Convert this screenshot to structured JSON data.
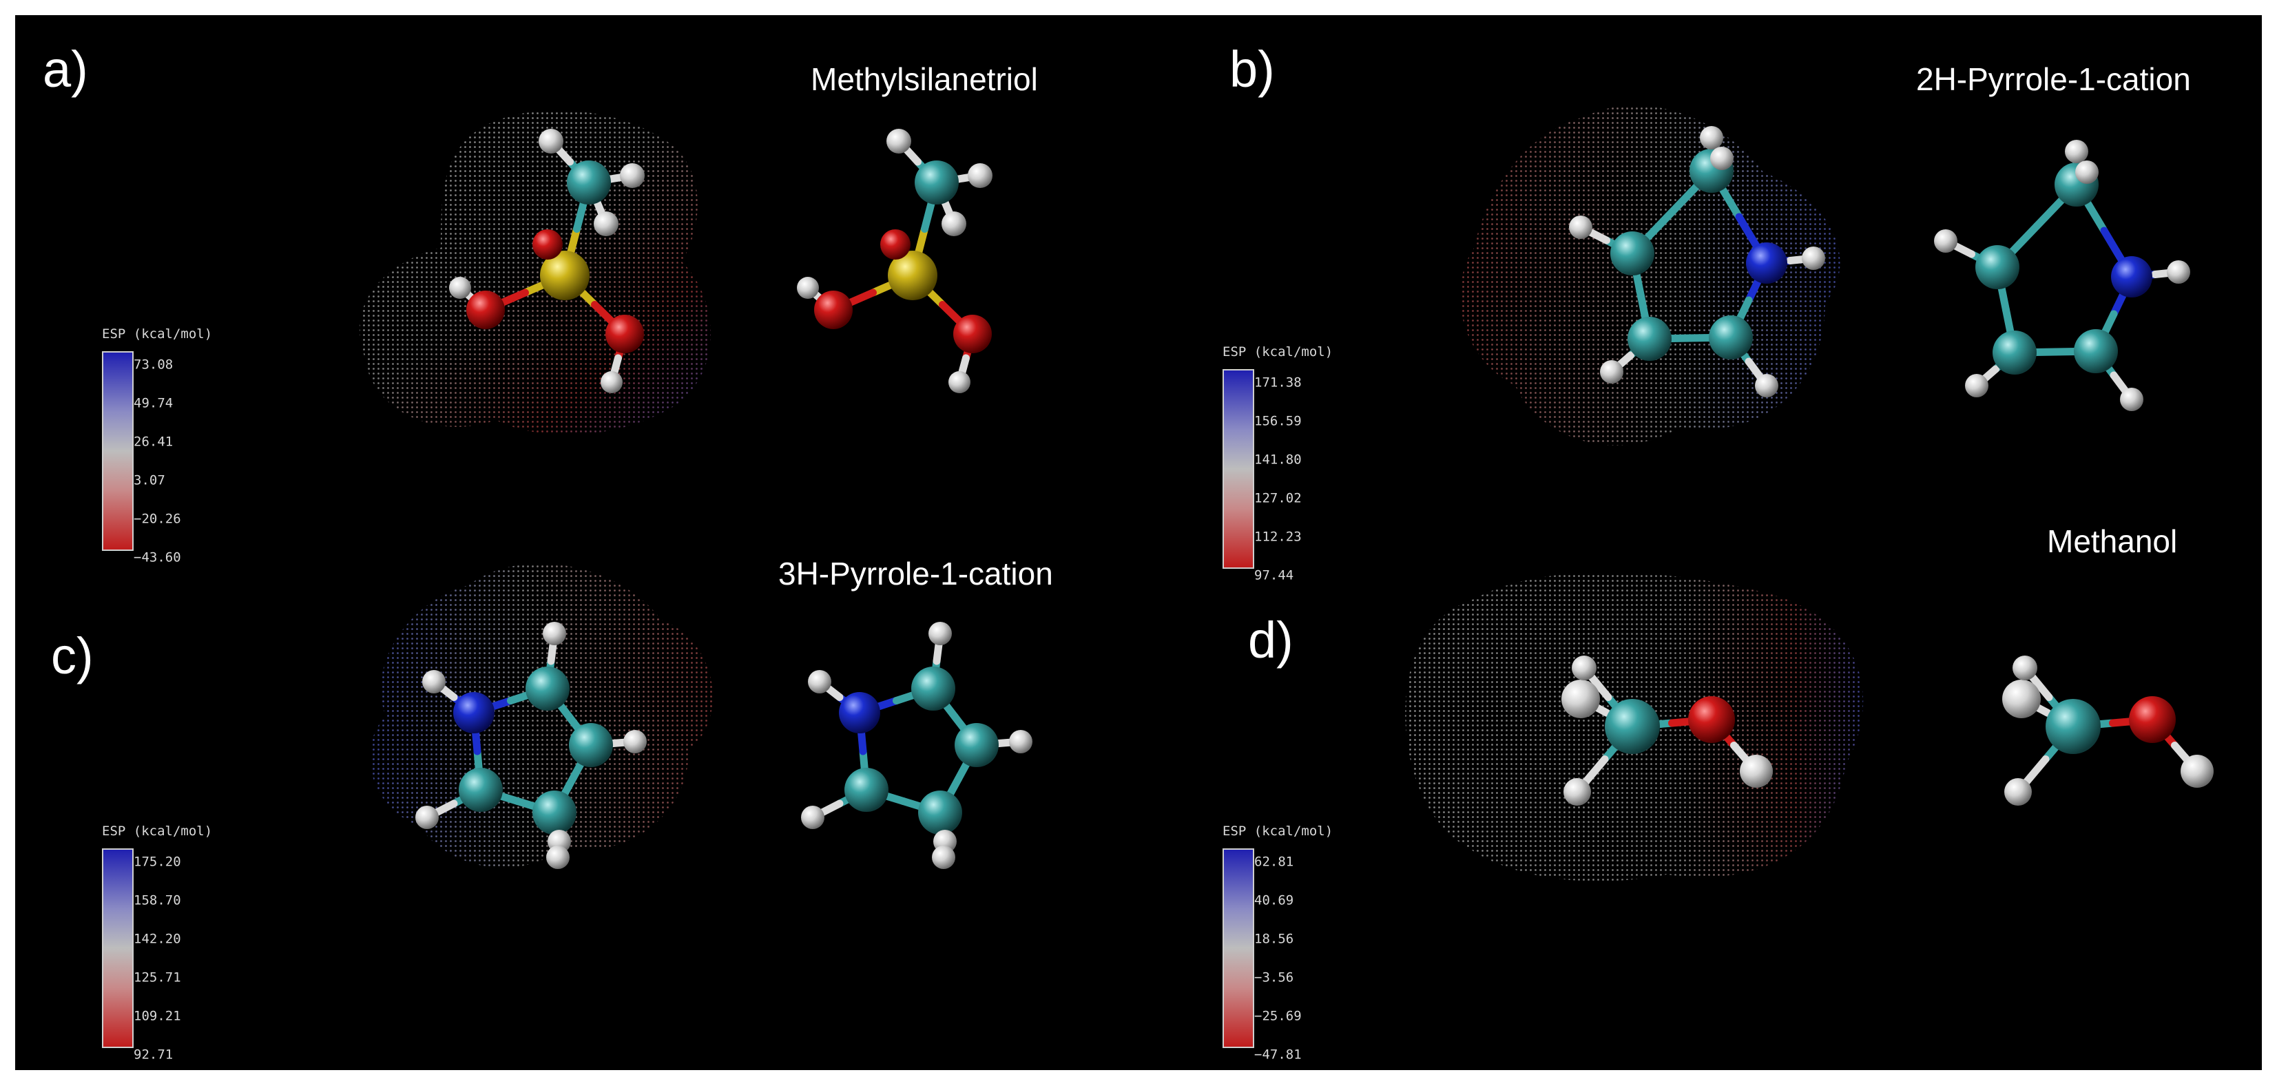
{
  "panels": {
    "a": {
      "label": "a)",
      "title": "Methylsilanetriol",
      "colorbar": {
        "title": "ESP (kcal/mol)",
        "ticks": [
          "73.08",
          "49.74",
          "26.41",
          "3.07",
          "−20.26",
          "−43.60"
        ]
      }
    },
    "b": {
      "label": "b)",
      "title": "2H-Pyrrole-1-cation",
      "colorbar": {
        "title": "ESP (kcal/mol)",
        "ticks": [
          "171.38",
          "156.59",
          "141.80",
          "127.02",
          "112.23",
          "97.44"
        ]
      }
    },
    "c": {
      "label": "c)",
      "title": "3H-Pyrrole-1-cation",
      "colorbar": {
        "title": "ESP (kcal/mol)",
        "ticks": [
          "175.20",
          "158.70",
          "142.20",
          "125.71",
          "109.21",
          "92.71"
        ]
      }
    },
    "d": {
      "label": "d)",
      "title": "Methanol",
      "colorbar": {
        "title": "ESP (kcal/mol)",
        "ticks": [
          "62.81",
          "40.69",
          "18.56",
          "−3.56",
          "−25.69",
          "−47.81"
        ]
      }
    }
  },
  "colors": {
    "background": "#000000",
    "carbon": "#2e8f8f",
    "hydrogen": "#e6e6e6",
    "oxygen": "#c01818",
    "silicon": "#c9b41a",
    "nitrogen": "#1c2fd0",
    "esp_positive": "#2020b0",
    "esp_neutral": "#bdbdbd",
    "esp_negative": "#c01c1c"
  }
}
